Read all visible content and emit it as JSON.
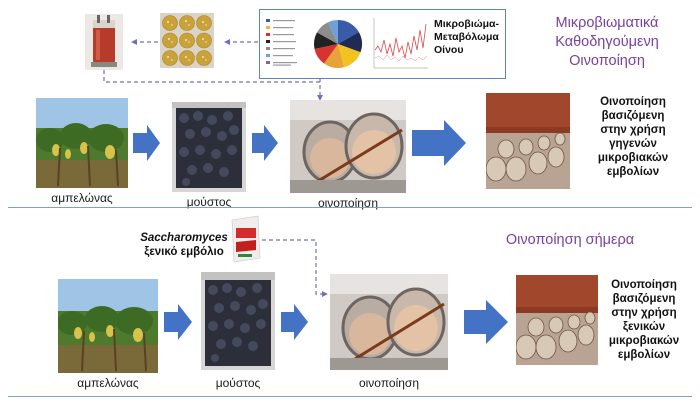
{
  "top_row": {
    "steps": [
      {
        "label": "αμπελώνας"
      },
      {
        "label": "μούστος"
      },
      {
        "label": "οινοποίηση"
      }
    ],
    "result_lines": [
      "Οινοποίηση",
      "βασιζόμενη",
      "στην χρήση",
      "γηγενών",
      "μικροβιακών",
      "εμβολίων"
    ],
    "heading_lines": [
      "Μικροβιωματικά",
      "Καθοδηγούμενη",
      "Οινοποίηση"
    ],
    "figure": {
      "title_lines": [
        "Μικροβιώμα-",
        "Μεταβόλωμα",
        "Οίνου"
      ]
    }
  },
  "bottom_row": {
    "heading": "Οινοποίηση σήμερα",
    "steps": [
      {
        "label": "αμπελώνας"
      },
      {
        "label": "μούστος"
      },
      {
        "label": "οινοποίηση"
      }
    ],
    "yeast_label": {
      "italic": "Saccharomyces",
      "plain": "ξενικό εμβόλιο"
    },
    "result_lines": [
      "Οινοποίηση",
      "βασιζόμενη",
      "στην χρήση",
      "ξενικών",
      "μικροβιακών",
      "εμβολίων"
    ]
  },
  "colors": {
    "arrow": "#4472c4",
    "dashed": "#6f6fc0",
    "heading": "#7a3fa0",
    "divider": "#7fa1c9",
    "box_border": "#5a86c4"
  }
}
